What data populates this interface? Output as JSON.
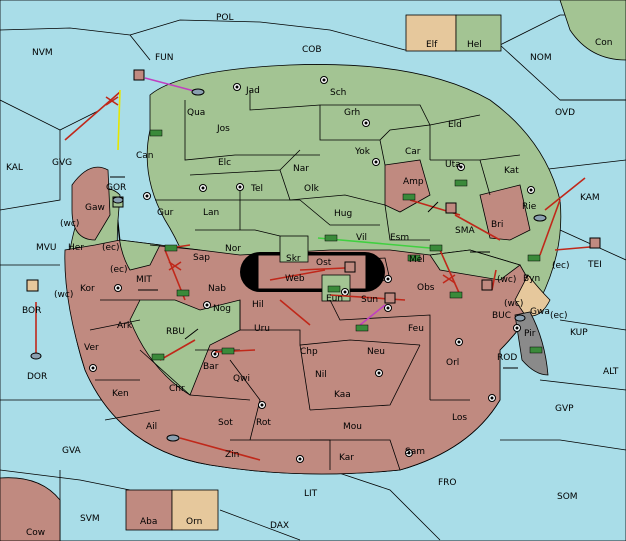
{
  "regions": {
    "POL": "POL",
    "COB": "COB",
    "NVM": "NVM",
    "FUN": "FUN",
    "NOM": "NOM",
    "Con": "Con",
    "OVD": "OVD",
    "KAL": "KAL",
    "GVG": "GVG",
    "KAM": "KAM",
    "MVU": "MVU",
    "TEI": "TEI",
    "BOR": "BOR",
    "DOR": "DOR",
    "KUP": "KUP",
    "ALT": "ALT",
    "GVP": "GVP",
    "GVA": "GVA",
    "FRO": "FRO",
    "SOM": "SOM",
    "LIT": "LIT",
    "SVM": "SVM",
    "DAX": "DAX",
    "Cow": "Cow",
    "SMA": "SMA",
    "MIT": "MIT",
    "RBU": "RBU",
    "BUC": "BUC",
    "ROD": "ROD",
    "GOR": "GOR",
    "Elf": "Elf",
    "Hel": "Hel",
    "Aba": "Aba",
    "Orn": "Orn",
    "Jad": "Jad",
    "Sch": "Sch",
    "Qua": "Qua",
    "Jos": "Jos",
    "Grh": "Grh",
    "Eld": "Eld",
    "Can": "Can",
    "Yok": "Yok",
    "Car": "Car",
    "Elc": "Elc",
    "Nar": "Nar",
    "Uta": "Uta",
    "Tel": "Tel",
    "Olk": "Olk",
    "Amp": "Amp",
    "Kat": "Kat",
    "Gaw": "Gaw",
    "Gur": "Gur",
    "Lan": "Lan",
    "Hug": "Hug",
    "Rie": "Rie",
    "Bri": "Bri",
    "Nor": "Nor",
    "Skr": "Skr",
    "Vil": "Vil",
    "Esm": "Esm",
    "Her": "Her",
    "Sap": "Sap",
    "Ost": "Ost",
    "Mel": "Mel",
    "Byn": "Byn",
    "Web": "Web",
    "Kor": "Kor",
    "Nab": "Nab",
    "Eun": "Eun",
    "Sun": "Sun",
    "Obs": "Obs",
    "Gwa": "Gwa",
    "Hil": "Hil",
    "Nog": "Nog",
    "Ark": "Ark",
    "Uru": "Uru",
    "Feu": "Feu",
    "Pir": "Pir",
    "Ver": "Ver",
    "Chp": "Chp",
    "Neu": "Neu",
    "Orl": "Orl",
    "Bar": "Bar",
    "Qwi": "Qwi",
    "Nil": "Nil",
    "Chr": "Chr",
    "Ken": "Ken",
    "Kaa": "Kaa",
    "Sot": "Sot",
    "Rot": "Rot",
    "Mou": "Mou",
    "Los": "Los",
    "Ail": "Ail",
    "Zin": "Zin",
    "Kar": "Kar",
    "Sam": "Sam"
  },
  "coast_labels": {
    "wc": "(wc)",
    "ec": "(ec)"
  }
}
